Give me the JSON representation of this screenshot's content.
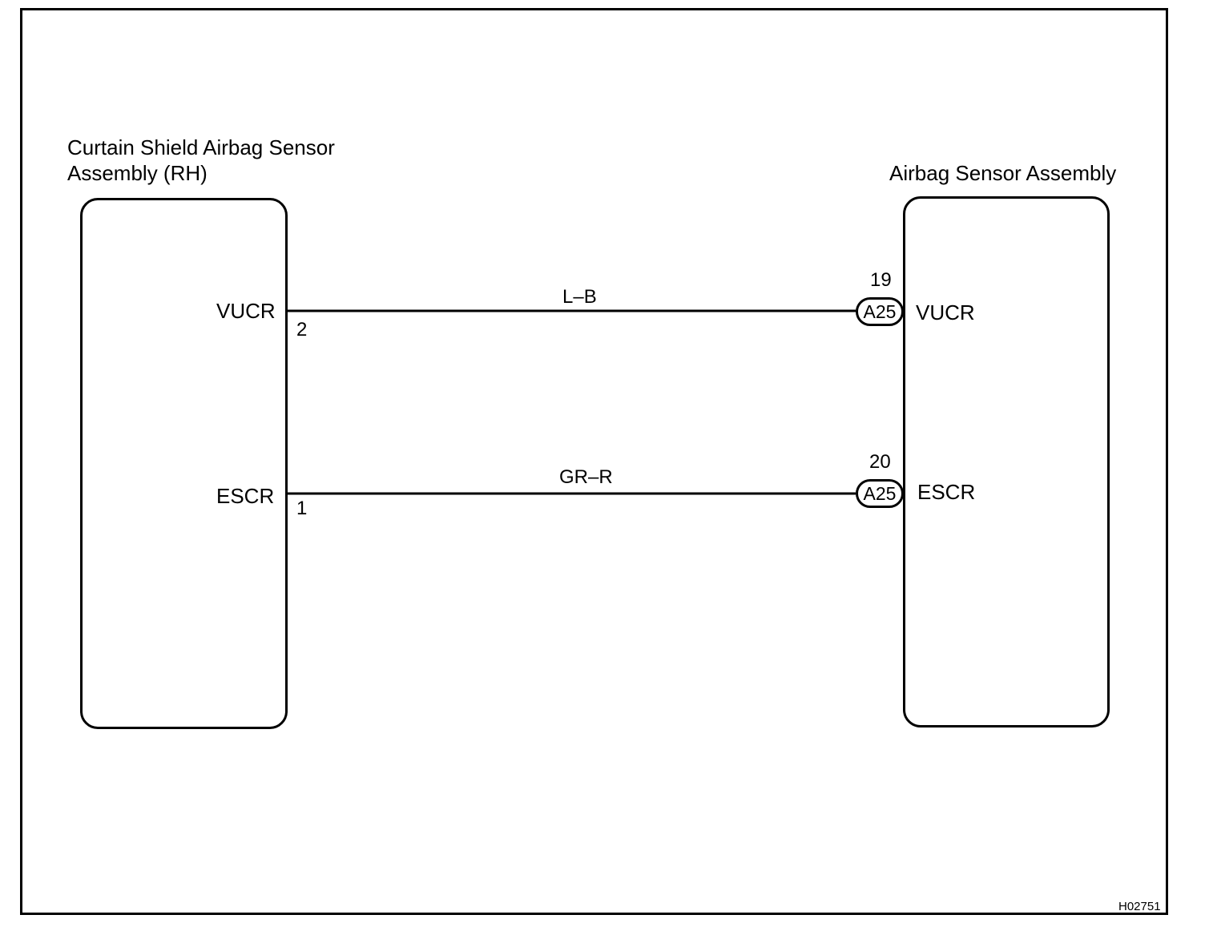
{
  "left_component": {
    "title_line1": "Curtain Shield Airbag Sensor",
    "title_line2": "Assembly (RH)",
    "pins": [
      {
        "name": "VUCR",
        "number": "2"
      },
      {
        "name": "ESCR",
        "number": "1"
      }
    ]
  },
  "right_component": {
    "title": "Airbag Sensor Assembly",
    "pins": [
      {
        "name": "VUCR",
        "number": "19",
        "connector": "A25"
      },
      {
        "name": "ESCR",
        "number": "20",
        "connector": "A25"
      }
    ]
  },
  "wires": [
    {
      "color_code": "L–B"
    },
    {
      "color_code": "GR–R"
    }
  ],
  "figure_id": "H02751"
}
